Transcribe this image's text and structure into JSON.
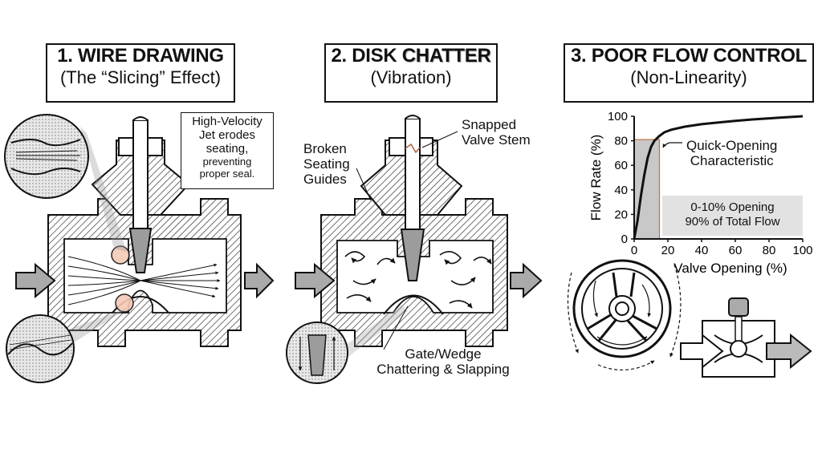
{
  "panel1": {
    "heading": "1. WIRE DRAWING",
    "subheading": "(The “Slicing” Effect)",
    "callout_lines": [
      "High-Velocity",
      "Jet erodes",
      "seating,"
    ],
    "callout_small_lines": [
      "preventing",
      "proper seal."
    ]
  },
  "panel2": {
    "heading_prefix": "2. DISK ",
    "heading_emph": "CHATTER",
    "subheading": "(Vibration)",
    "label_stem": [
      "Snapped",
      "Valve Stem"
    ],
    "label_guides": [
      "Broken",
      "Seating",
      "Guides"
    ],
    "label_gate": [
      "Gate/Wedge",
      "Chattering & Slapping"
    ]
  },
  "panel3": {
    "heading": "3. POOR FLOW CONTROL",
    "subheading": "(Non-Linearity)",
    "curve_label": [
      "Quick-Opening",
      "Characteristic"
    ],
    "note_lines": [
      "0-10% Opening",
      "90% of Total Flow"
    ]
  },
  "chart_data": {
    "type": "line",
    "xlabel": "Valve Opening (%)",
    "ylabel": "Flow Rate (%)",
    "xlim": [
      0,
      100
    ],
    "ylim": [
      0,
      100
    ],
    "xticks": [
      0,
      20,
      40,
      60,
      80,
      100
    ],
    "yticks": [
      0,
      20,
      40,
      60,
      80,
      100
    ],
    "grid": false,
    "series": [
      {
        "x": [
          0,
          2,
          4,
          6,
          8,
          10,
          12,
          15,
          18,
          22,
          30,
          40,
          50,
          60,
          70,
          80,
          90,
          100
        ],
        "y": [
          0,
          15,
          35,
          52,
          66,
          75,
          80,
          84,
          87,
          89,
          91.5,
          93.5,
          95,
          96.3,
          97.4,
          98.3,
          99.2,
          100
        ]
      }
    ],
    "highlight_region": {
      "x": [
        0,
        15
      ],
      "y": [
        0,
        81
      ]
    }
  }
}
